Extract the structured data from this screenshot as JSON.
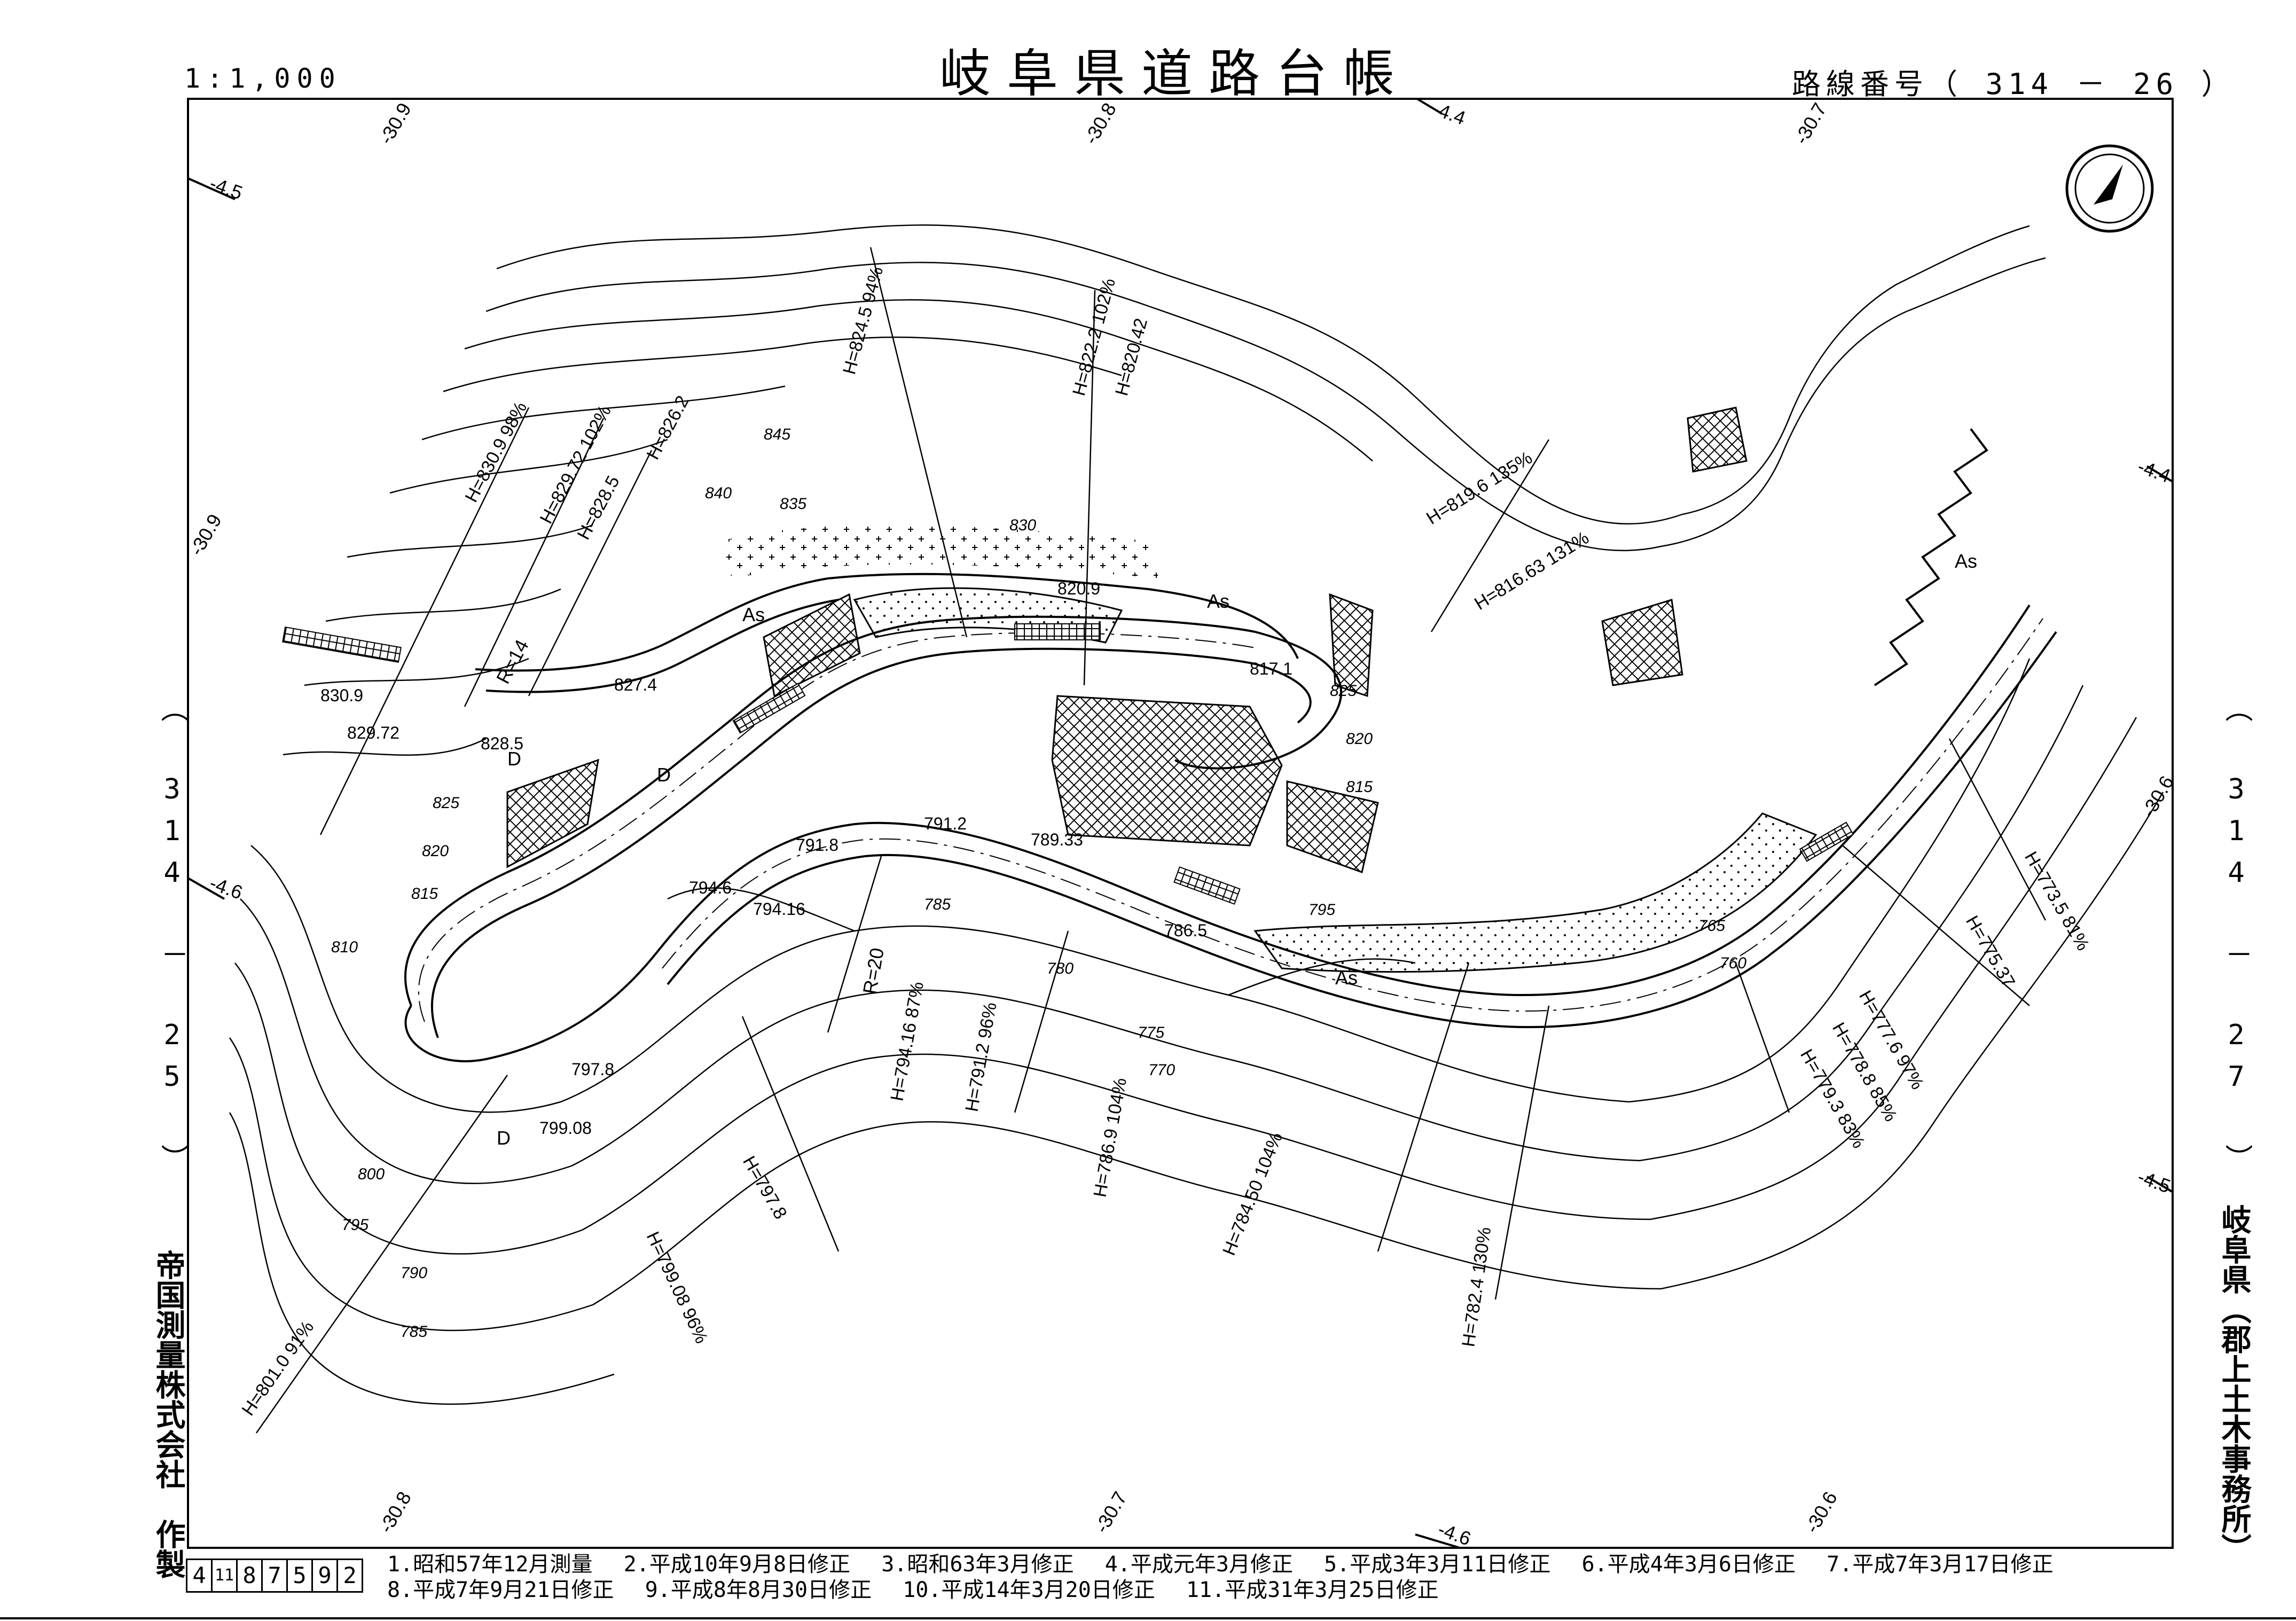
{
  "header": {
    "title": "岐阜県道路台帳",
    "scale": "1:1,000",
    "route_number": "路線番号（ 314 － 26 ）"
  },
  "adjacent_sheets": {
    "left": "（ 314 － 25 ）",
    "right": "（ 314 － 27 ）"
  },
  "sidebar": {
    "maker": "帝国測量株式会社　作製",
    "office": "岐阜県（郡上土木事務所）"
  },
  "footer": {
    "map_number_digits": [
      "4",
      "11",
      "8",
      "7",
      "5",
      "9",
      "2"
    ],
    "revisions": [
      "1.昭和57年12月測量",
      "2.平成10年9月8日修正",
      "3.昭和63年3月修正",
      "4.平成元年3月修正",
      "5.平成3年3月11日修正",
      "6.平成4年3月6日修正",
      "7.平成7年3月17日修正",
      "8.平成7年9月21日修正",
      "9.平成8年8月30日修正",
      "10.平成14年3月20日修正",
      "11.平成31年3月25日修正"
    ]
  },
  "grid_marks": {
    "top_1": "-30.9",
    "top_2": "-30.8",
    "top_3": "-4.4",
    "top_4": "-30.7",
    "left_1": "-4.5",
    "left_2": "-30.9",
    "left_3": "-4.6",
    "right_1": "-4.4",
    "right_2": "-30.6",
    "right_3": "-4.5",
    "bottom_1": "-30.8",
    "bottom_2": "-30.7",
    "bottom_3": "-4.6",
    "bottom_4": "-30.6"
  },
  "contour_labels": {
    "c845": "845",
    "c840": "840",
    "c835": "835",
    "c830": "830",
    "c825a": "825",
    "c825b": "825",
    "c820a": "820",
    "c820b": "820",
    "c815a": "815",
    "c815b": "815",
    "c810": "810",
    "c800": "800",
    "c795a": "795",
    "c795b": "795",
    "c790": "790",
    "c785a": "785",
    "c785b": "785",
    "c780": "780",
    "c775": "775",
    "c770": "770",
    "c765": "765",
    "c760": "760"
  },
  "elevation_points": {
    "e8209": "820.9",
    "e8171": "817.1",
    "e8274": "827.4",
    "e8309": "830.9",
    "e82972": "829.72",
    "e8285": "828.5",
    "e7912": "791.2",
    "e7918": "791.8",
    "e78933": "789.33",
    "e7946": "794.6",
    "e79416": "794.16",
    "e7865": "786.5",
    "e7978": "797.8",
    "e79908": "799.08"
  },
  "height_annotations": {
    "h1": "H=830.9  98%",
    "h2": "H=829.72  102%",
    "h3": "H=828.5",
    "h4": "H=826.2",
    "h5": "H=824.5  94%",
    "h6": "H=822.2  102%",
    "h7": "H=820.42",
    "h8": "H=819.6  135%",
    "h9": "H=816.63  131%",
    "h10": "H=773.5  81%",
    "h11": "H=775.37",
    "h12": "H=777.6  97%",
    "h13": "H=778.8  85%",
    "h14": "H=779.3  83%",
    "h15": "H=782.4  130%",
    "h16": "H=784.50  104%",
    "h17": "H=786.9  104%",
    "h18": "H=791.2  96%",
    "h19": "H=794.16  87%",
    "h20": "H=797.8",
    "h21": "H=799.08  96%",
    "h22": "H=801.0  91%"
  },
  "road_labels": {
    "as1": "As",
    "as2": "As",
    "as3": "As",
    "as4": "As",
    "r20": "R=20",
    "r14": "R=14",
    "d1": "D",
    "d2": "D",
    "d3": "D"
  },
  "north_arrow": "north-arrow-icon"
}
